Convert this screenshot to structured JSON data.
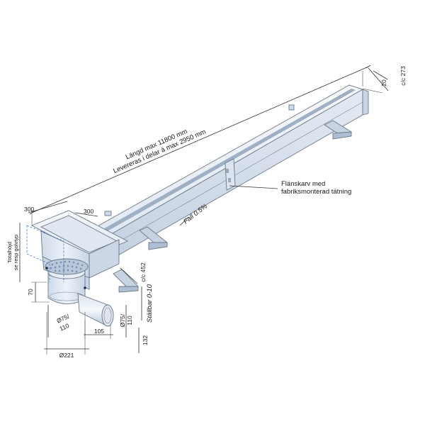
{
  "labels": {
    "length_line1": "Längd max 11800 mm",
    "length_line2": "Levereras i delar á max 2950 mm",
    "cc_273": "c/c 273",
    "dim_20": "20",
    "flange_line1": "Flänskarv med",
    "flange_line2": "fabriksmonterad tätning",
    "fall": "Fall 0.5%",
    "dim_300_a": "300",
    "dim_300_b": "300",
    "cc_452": "c/c 452",
    "total_height_line1": "Totalhöjd",
    "total_height_line2": "se resp golvtyp",
    "dim_70": "70",
    "adjust": "Ställbar 0-10",
    "pipe_a_line1": "Ø75/",
    "pipe_a_line2": "110",
    "pipe_b_line1": "Ø75/",
    "pipe_b_line2": "110",
    "dim_105": "105",
    "dim_132": "132",
    "dim_221": "Ø221"
  },
  "colors": {
    "steel_light": "#eef3fa",
    "steel_mid": "#d6e1ee",
    "steel_dark": "#b7c6d8",
    "outline": "#6b7788",
    "dimension": "#333333",
    "hidden_line": "#2a6fd6"
  }
}
